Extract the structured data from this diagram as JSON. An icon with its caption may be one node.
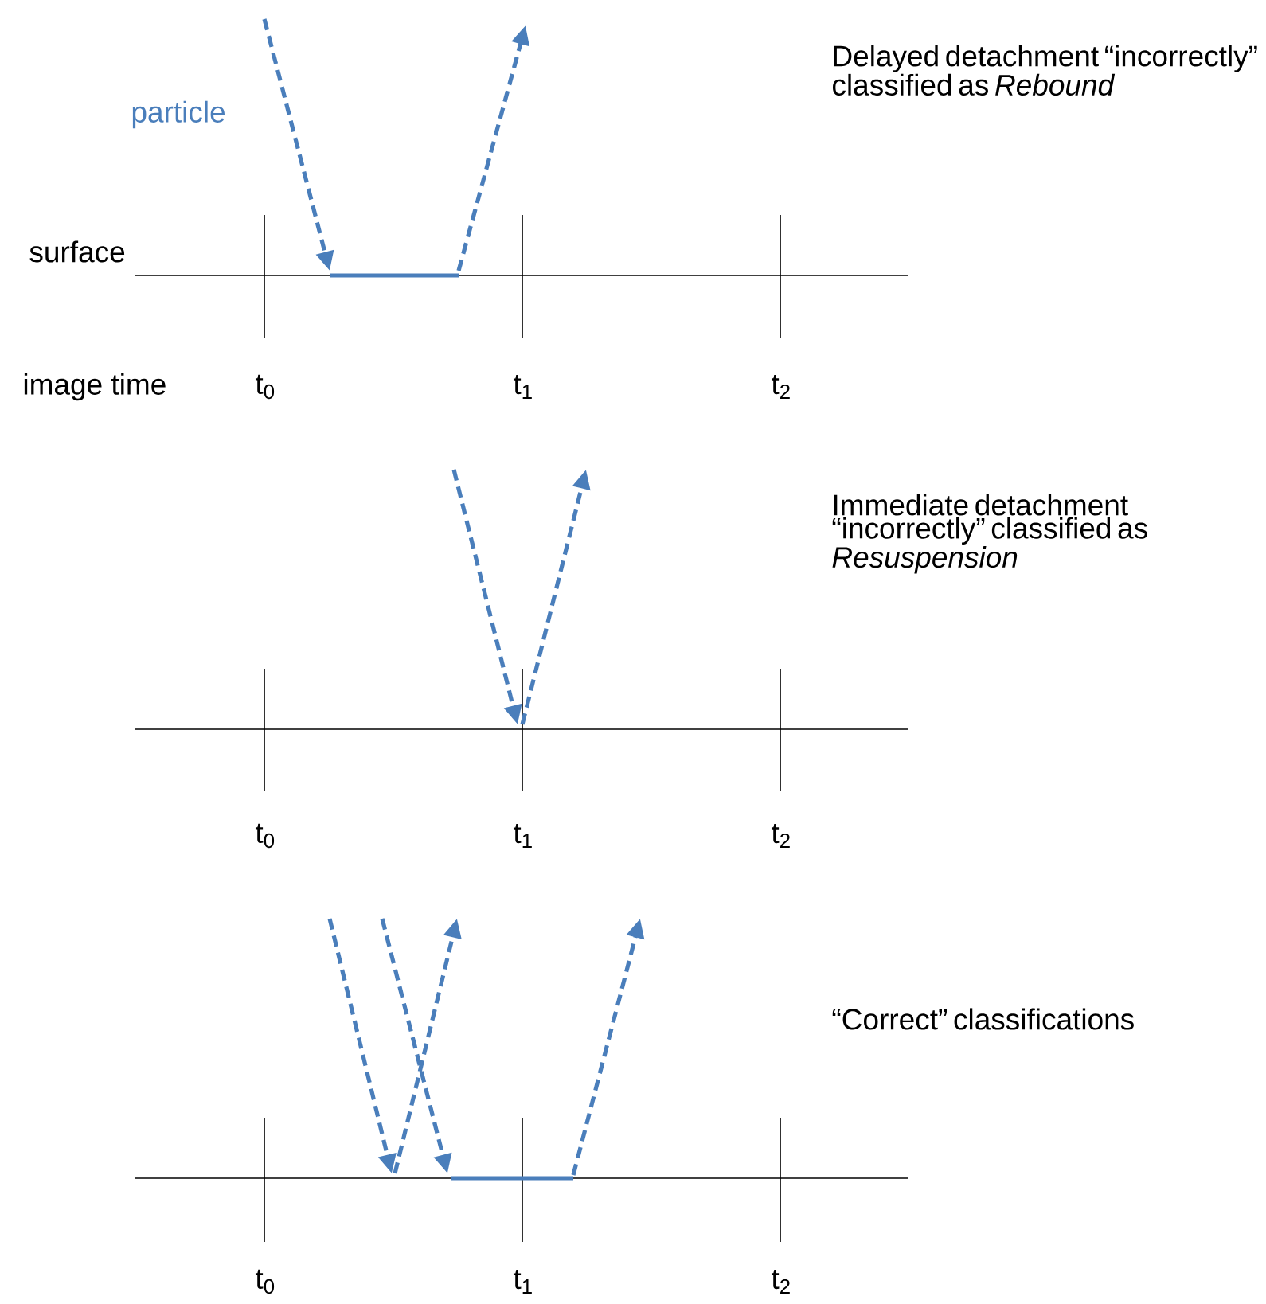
{
  "diagram": {
    "labels": [
      "particle",
      "Delayed detachment “incorrectly” classified as *Rebound*",
      "surface",
      "image time",
      "t$_{0}$",
      "t$_{1}$",
      "t$_{2}$",
      "Immediate detachment “incorrectly” classified as *Resuspension*",
      "t$_{0}$",
      "t$_{1}$",
      "t$_{2}$",
      "“Correct” classifications",
      "t$_{0}$",
      "t$_{1}$",
      "t$_{2}$"
    ]
  }
}
